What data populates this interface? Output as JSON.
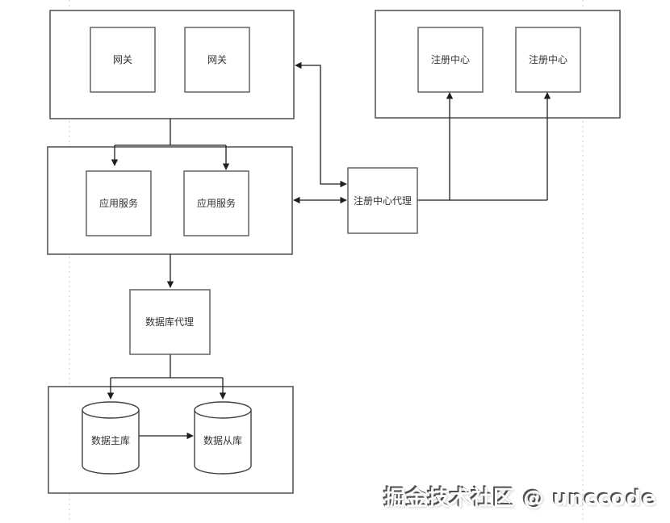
{
  "nodes": {
    "gateway1": {
      "label": "网关"
    },
    "gateway2": {
      "label": "网关"
    },
    "registry1": {
      "label": "注册中心"
    },
    "registry2": {
      "label": "注册中心"
    },
    "app1": {
      "label": "应用服务"
    },
    "app2": {
      "label": "应用服务"
    },
    "registry_proxy": {
      "label": "注册中心代理"
    },
    "db_proxy": {
      "label": "数据库代理"
    },
    "db_master": {
      "label": "数据主库"
    },
    "db_slave": {
      "label": "数据从库"
    }
  },
  "edges": [
    {
      "from": "gateway-group",
      "to": "app1",
      "type": "arrow"
    },
    {
      "from": "gateway-group",
      "to": "app2",
      "type": "arrow"
    },
    {
      "from": "registry_proxy",
      "to": "gateway-group",
      "type": "double-arrow"
    },
    {
      "from": "registry_proxy",
      "to": "app-group",
      "type": "double-arrow"
    },
    {
      "from": "registry_proxy",
      "to": "registry1",
      "type": "arrow"
    },
    {
      "from": "registry_proxy",
      "to": "registry2",
      "type": "arrow"
    },
    {
      "from": "app-group",
      "to": "db_proxy",
      "type": "arrow"
    },
    {
      "from": "db_proxy",
      "to": "db_master",
      "type": "arrow"
    },
    {
      "from": "db_proxy",
      "to": "db_slave",
      "type": "arrow"
    },
    {
      "from": "db_master",
      "to": "db_slave",
      "type": "arrow"
    }
  ],
  "colors": {
    "background": "#ffffff",
    "container_border": "#4d4d4d",
    "box_border": "#595959",
    "connector": "#1f1f1f",
    "guide_dash": "#c9c9c9",
    "label": "#333333"
  },
  "watermark": {
    "text": "掘金技术社区 @ unccode"
  }
}
